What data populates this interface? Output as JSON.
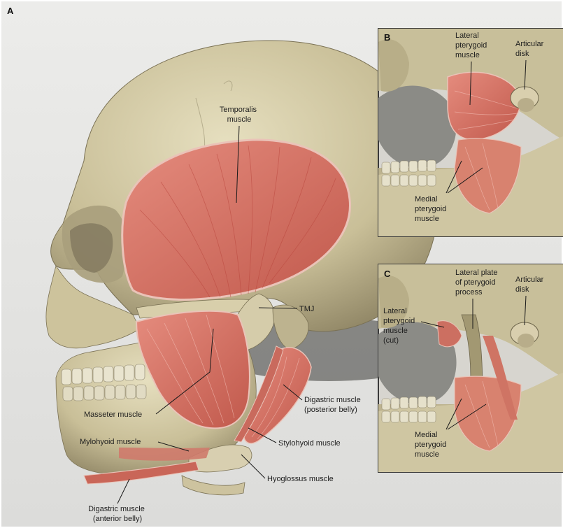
{
  "panels": {
    "main": "A",
    "inset_b": "B",
    "inset_c": "C"
  },
  "labels": {
    "temporalis": [
      "Temporalis",
      "muscle"
    ],
    "tmj": "TMJ",
    "masseter": "Masseter muscle",
    "digastric_posterior": [
      "Digastric muscle",
      "(posterior belly)"
    ],
    "mylohyoid": "Mylohyoid muscle",
    "stylohyoid": "Stylohyoid muscle",
    "hyoglossus": "Hyoglossus muscle",
    "digastric_anterior": [
      "Digastric muscle",
      "(anterior belly)"
    ],
    "b_lateral_pterygoid": [
      "Lateral",
      "pterygoid",
      "muscle"
    ],
    "b_articular_disk": [
      "Articular",
      "disk"
    ],
    "b_medial_pterygoid": [
      "Medial",
      "pterygoid",
      "muscle"
    ],
    "c_lateral_plate": [
      "Lateral plate",
      "of pterygoid",
      "process"
    ],
    "c_articular_disk": [
      "Articular",
      "disk"
    ],
    "c_lateral_pterygoid_cut": [
      "Lateral",
      "pterygoid",
      "muscle",
      "(cut)"
    ],
    "c_medial_pterygoid": [
      "Medial",
      "pterygoid",
      "muscle"
    ]
  },
  "colors": {
    "bone": "#cfc6a2",
    "bone_shadow": "#8f8666",
    "muscle": "#d9776a",
    "muscle_dark": "#b55247",
    "background_gray": "#e4e4e2",
    "inset_border": "#3a3a3a"
  }
}
